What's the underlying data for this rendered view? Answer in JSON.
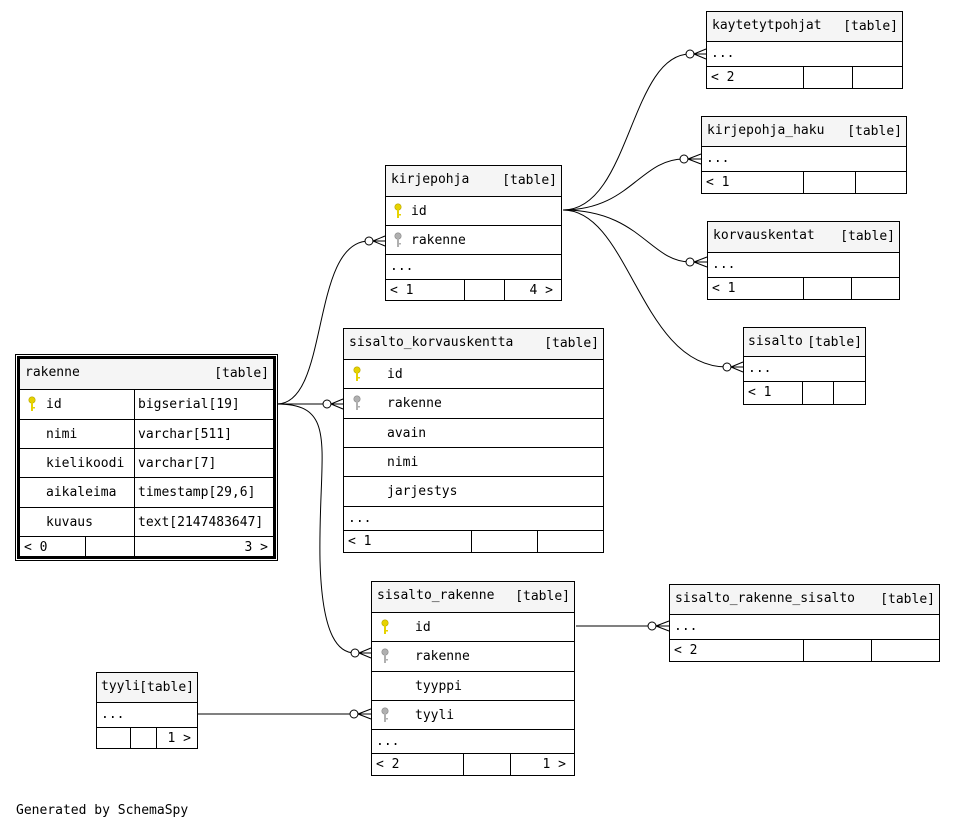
{
  "footer": "Generated by SchemaSpy",
  "tables": {
    "rakenne": {
      "name": "rakenne",
      "kind": "[table]",
      "columns": [
        {
          "name": "id",
          "type": "bigserial[19]"
        },
        {
          "name": "nimi",
          "type": "varchar[511]"
        },
        {
          "name": "kielikoodi",
          "type": "varchar[7]"
        },
        {
          "name": "aikaleima",
          "type": "timestamp[29,6]"
        },
        {
          "name": "kuvaus",
          "type": "text[2147483647]"
        }
      ],
      "parents": "< 0",
      "children": "3 >"
    },
    "kirjepohja": {
      "name": "kirjepohja",
      "kind": "[table]",
      "columns": [
        {
          "name": "id"
        },
        {
          "name": "rakenne"
        }
      ],
      "more": "...",
      "parents": "< 1",
      "children": "4 >"
    },
    "sisalto_korvauskentta": {
      "name": "sisalto_korvauskentta",
      "kind": "[table]",
      "columns": [
        {
          "name": "id"
        },
        {
          "name": "rakenne"
        },
        {
          "name": "avain"
        },
        {
          "name": "nimi"
        },
        {
          "name": "jarjestys"
        }
      ],
      "more": "...",
      "parents": "< 1"
    },
    "sisalto_rakenne": {
      "name": "sisalto_rakenne",
      "kind": "[table]",
      "columns": [
        {
          "name": "id"
        },
        {
          "name": "rakenne"
        },
        {
          "name": "tyyppi"
        },
        {
          "name": "tyyli"
        }
      ],
      "more": "...",
      "parents": "< 2",
      "children": "1 >"
    },
    "tyyli": {
      "name": "tyyli",
      "kind": "[table]",
      "more": "...",
      "children": "1 >"
    },
    "kaytetytpohjat": {
      "name": "kaytetytpohjat",
      "kind": "[table]",
      "more": "...",
      "parents": "< 2"
    },
    "kirjepohja_haku": {
      "name": "kirjepohja_haku",
      "kind": "[table]",
      "more": "...",
      "parents": "< 1"
    },
    "korvauskentat": {
      "name": "korvauskentat",
      "kind": "[table]",
      "more": "...",
      "parents": "< 1"
    },
    "sisalto": {
      "name": "sisalto",
      "kind": "[table]",
      "more": "...",
      "parents": "< 1"
    },
    "sisalto_rakenne_sisalto": {
      "name": "sisalto_rakenne_sisalto",
      "kind": "[table]",
      "more": "...",
      "parents": "< 2"
    }
  },
  "colors": {
    "primary_key": "#e6d200",
    "foreign_key": "#a8a8a8",
    "header_bg": "#f5f5f5"
  },
  "icons": {
    "primary_key": "key-icon",
    "foreign_key": "key-icon"
  }
}
